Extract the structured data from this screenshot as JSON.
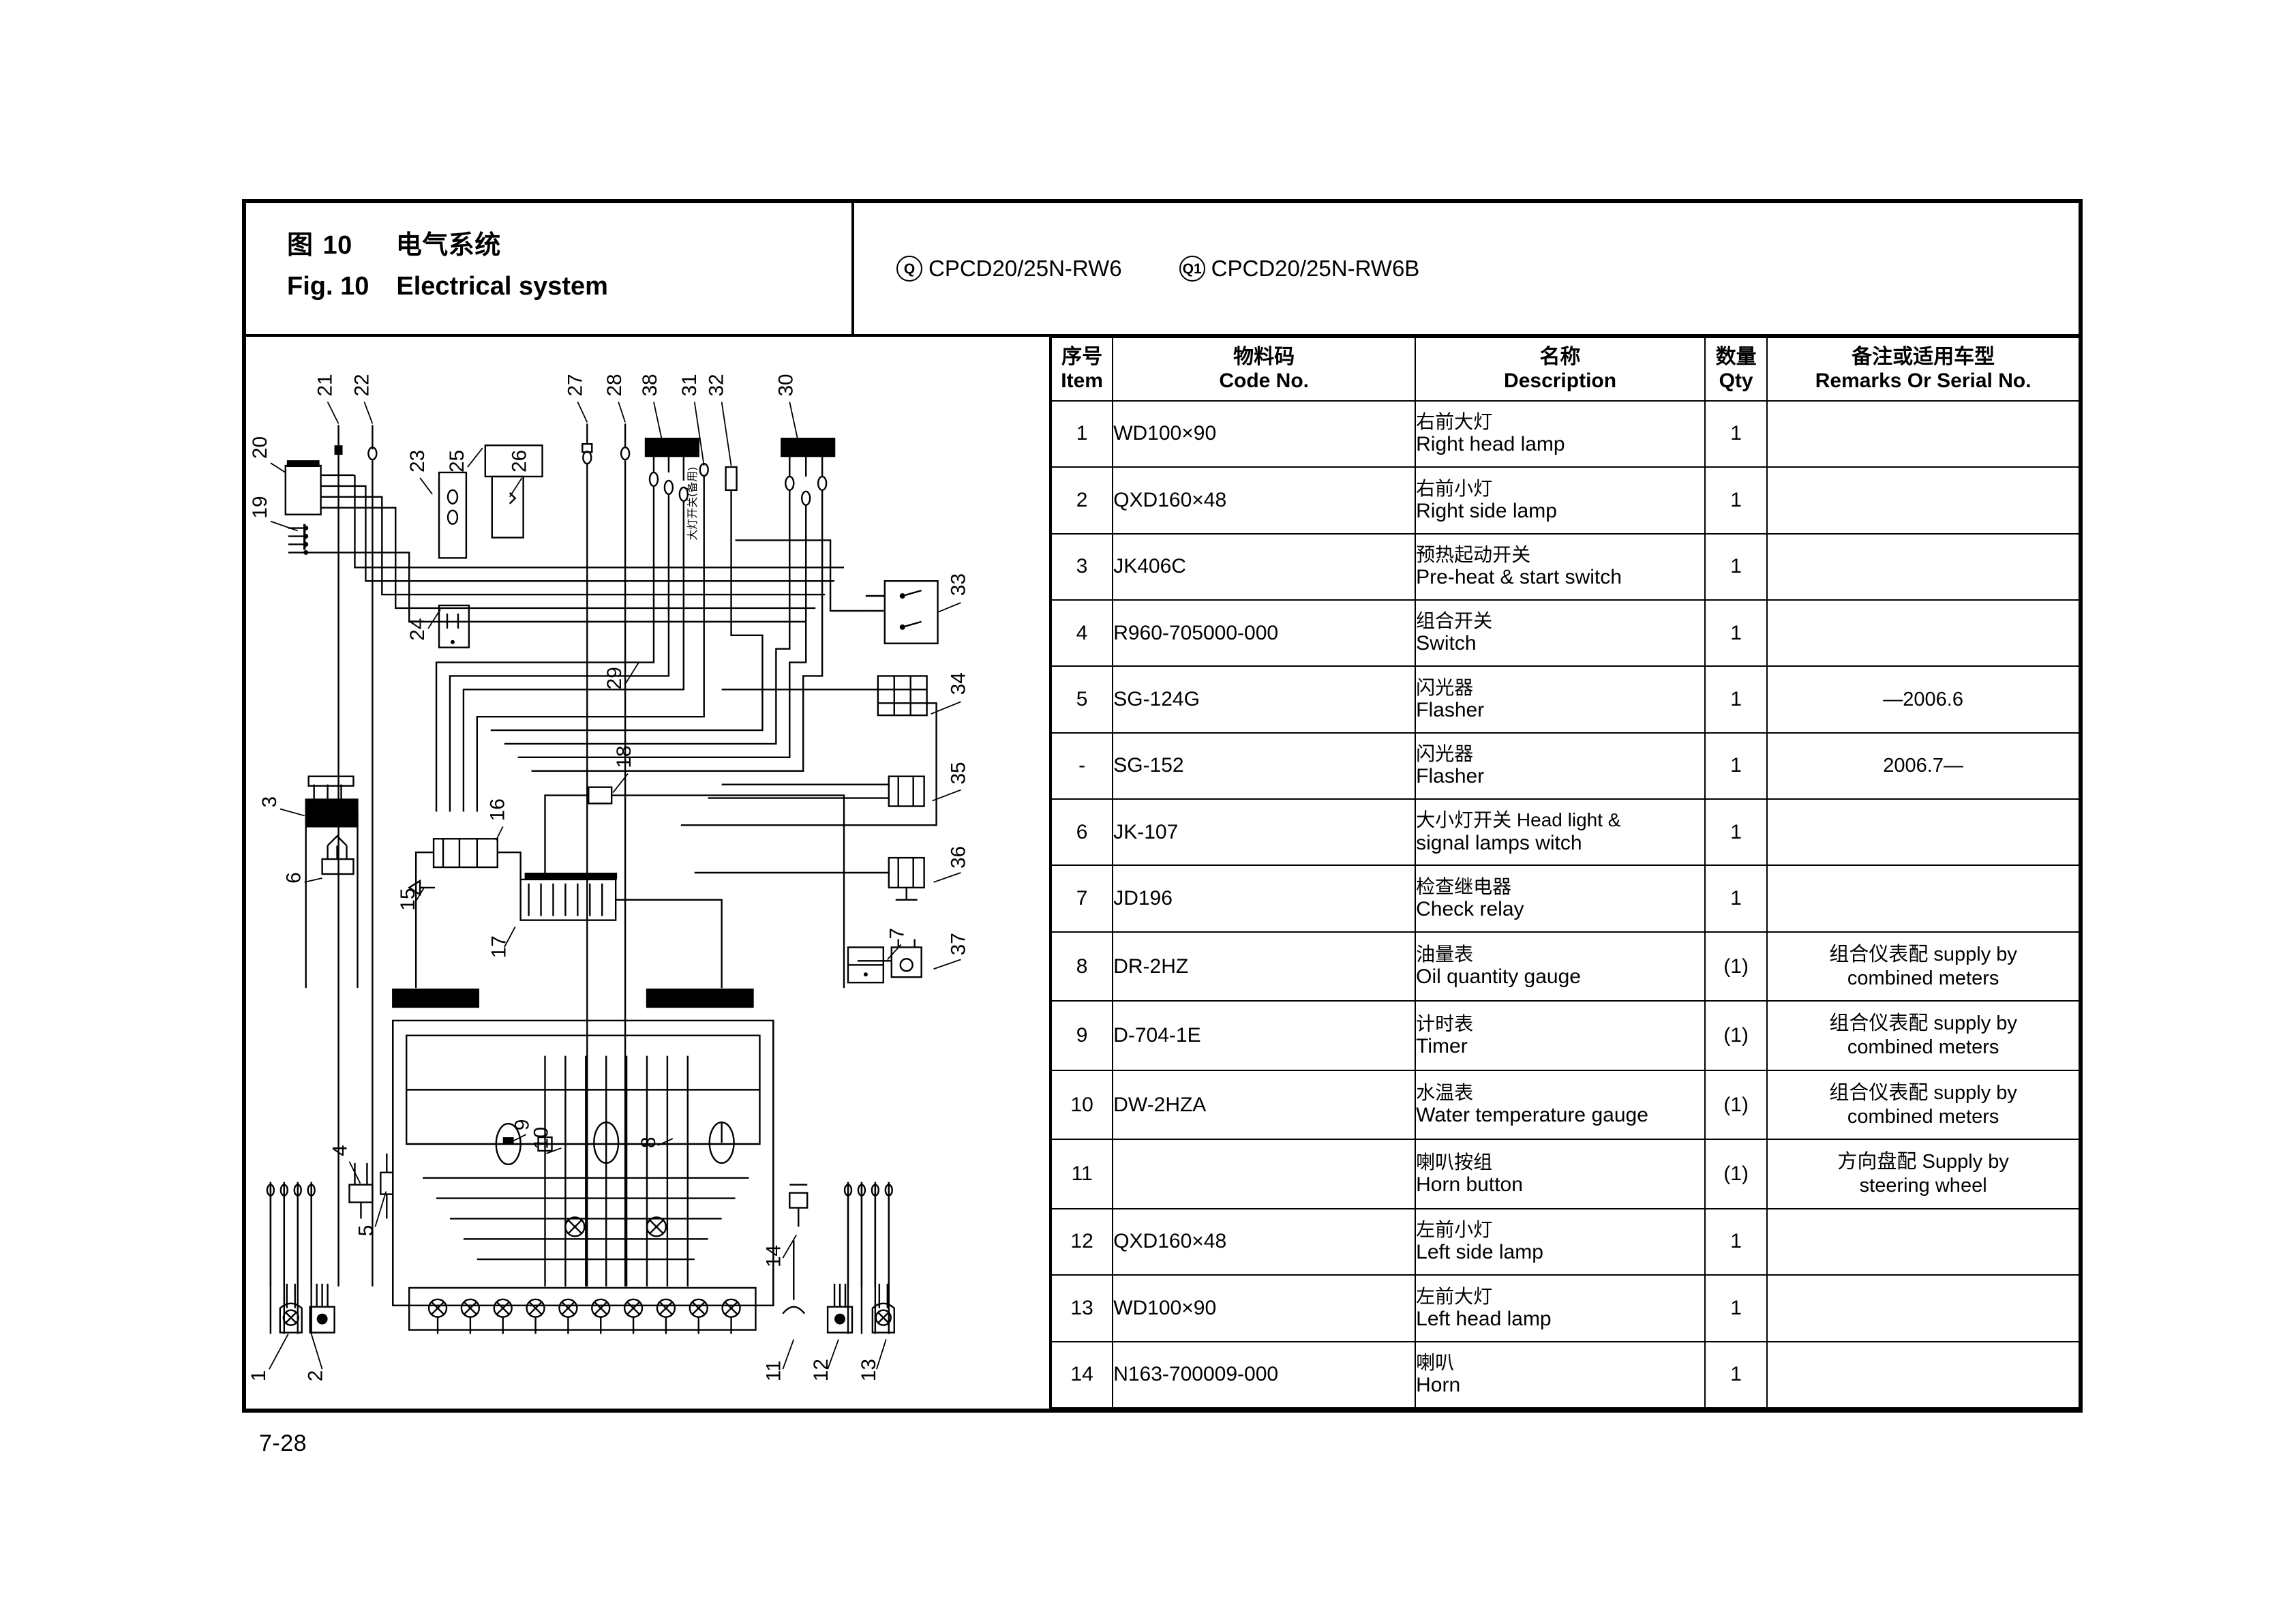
{
  "header": {
    "figure_label_cn": "图",
    "figure_number": "10",
    "figure_name_cn": "电气系统",
    "figure_label_en": "Fig.",
    "figure_number_en": "10",
    "figure_name_en": "Electrical system",
    "models": [
      {
        "badge": "Q",
        "name": "CPCD20/25N-RW6"
      },
      {
        "badge": "Q1",
        "name": "CPCD20/25N-RW6B"
      }
    ]
  },
  "table": {
    "columns": [
      {
        "cn": "序号",
        "en": "Item"
      },
      {
        "cn": "物料码",
        "en": "Code No."
      },
      {
        "cn": "名称",
        "en": "Description"
      },
      {
        "cn": "数量",
        "en": "Qty"
      },
      {
        "cn": "备注或适用车型",
        "en": "Remarks Or Serial No."
      }
    ],
    "rows": [
      {
        "item": "1",
        "code": "WD100×90",
        "desc_cn": "右前大灯",
        "desc_en": "Right head lamp",
        "qty": "1",
        "remarks_cn": "",
        "remarks_en": ""
      },
      {
        "item": "2",
        "code": "QXD160×48",
        "desc_cn": "右前小灯",
        "desc_en": "Right side lamp",
        "qty": "1",
        "remarks_cn": "",
        "remarks_en": ""
      },
      {
        "item": "3",
        "code": "JK406C",
        "desc_cn": "预热起动开关",
        "desc_en": "Pre-heat & start switch",
        "qty": "1",
        "remarks_cn": "",
        "remarks_en": ""
      },
      {
        "item": "4",
        "code": "R960-705000-000",
        "desc_cn": "组合开关",
        "desc_en": "Switch",
        "qty": "1",
        "remarks_cn": "",
        "remarks_en": ""
      },
      {
        "item": "5",
        "code": "SG-124G",
        "desc_cn": "闪光器",
        "desc_en": "Flasher",
        "qty": "1",
        "remarks_cn": "",
        "remarks_en": "—2006.6"
      },
      {
        "item": "-",
        "code": "SG-152",
        "desc_cn": "闪光器",
        "desc_en": "Flasher",
        "qty": "1",
        "remarks_cn": "",
        "remarks_en": "2006.7—"
      },
      {
        "item": "6",
        "code": "JK-107",
        "desc_cn": "大小灯开关 Head light &",
        "desc_en": "signal lamps witch",
        "qty": "1",
        "remarks_cn": "",
        "remarks_en": ""
      },
      {
        "item": "7",
        "code": "JD196",
        "desc_cn": "检查继电器",
        "desc_en": "Check relay",
        "qty": "1",
        "remarks_cn": "",
        "remarks_en": ""
      },
      {
        "item": "8",
        "code": "DR-2HZ",
        "desc_cn": "油量表",
        "desc_en": "Oil quantity gauge",
        "qty": "(1)",
        "remarks_cn": "组合仪表配 supply by",
        "remarks_en": "combined meters"
      },
      {
        "item": "9",
        "code": "D-704-1E",
        "desc_cn": "计时表",
        "desc_en": "Timer",
        "qty": "(1)",
        "remarks_cn": "组合仪表配 supply by",
        "remarks_en": "combined meters"
      },
      {
        "item": "10",
        "code": "DW-2HZA",
        "desc_cn": "水温表",
        "desc_en": "Water temperature gauge",
        "qty": "(1)",
        "remarks_cn": "组合仪表配 supply by",
        "remarks_en": "combined meters"
      },
      {
        "item": "11",
        "code": "",
        "desc_cn": "喇叭按组",
        "desc_en": "Horn button",
        "qty": "(1)",
        "remarks_cn": "方向盘配 Supply by",
        "remarks_en": "steering wheel"
      },
      {
        "item": "12",
        "code": "QXD160×48",
        "desc_cn": "左前小灯",
        "desc_en": "Left side lamp",
        "qty": "1",
        "remarks_cn": "",
        "remarks_en": ""
      },
      {
        "item": "13",
        "code": "WD100×90",
        "desc_cn": "左前大灯",
        "desc_en": "Left head lamp",
        "qty": "1",
        "remarks_cn": "",
        "remarks_en": ""
      },
      {
        "item": "14",
        "code": "N163-700009-000",
        "desc_cn": "喇叭",
        "desc_en": "Horn",
        "qty": "1",
        "remarks_cn": "",
        "remarks_en": ""
      }
    ]
  },
  "diagram": {
    "callouts": [
      "1",
      "2",
      "3",
      "4",
      "5",
      "6",
      "7",
      "8",
      "9",
      "10",
      "11",
      "12",
      "13",
      "14",
      "15",
      "16",
      "17",
      "18",
      "19",
      "20",
      "21",
      "22",
      "23",
      "24",
      "25",
      "26",
      "27",
      "28",
      "29",
      "30",
      "31",
      "32",
      "33",
      "34",
      "35",
      "36",
      "37",
      "38"
    ],
    "inline_note_cn": "大灯开关(备用)"
  },
  "footer": {
    "page_number": "7-28"
  }
}
